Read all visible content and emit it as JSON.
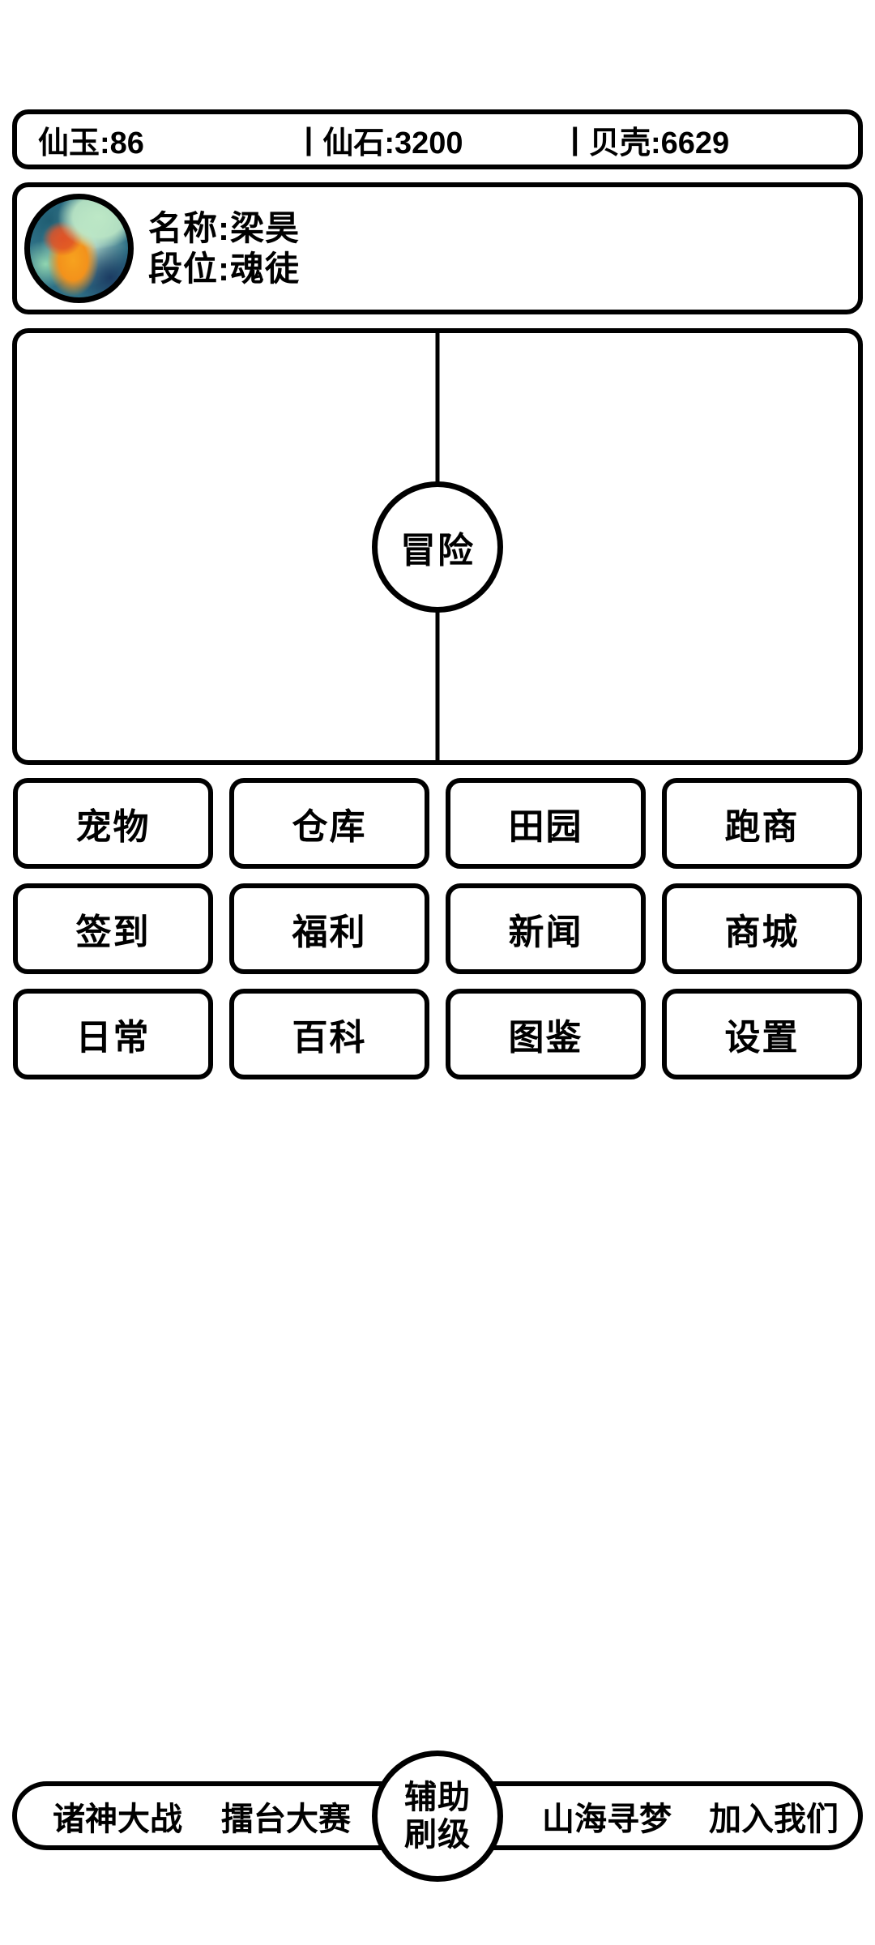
{
  "colors": {
    "ink": "#000000",
    "background": "#ffffff",
    "avatar_palette": [
      "#2e7086",
      "#bde8c6",
      "#f7a21e",
      "#df5226",
      "#1c3c63",
      "#90d5b0"
    ]
  },
  "currency_bar": {
    "separator": "|",
    "items": [
      {
        "label": "仙玉",
        "value": "86",
        "display": "仙玉:86"
      },
      {
        "label": "仙石",
        "value": "3200",
        "display": "仙石:3200"
      },
      {
        "label": "贝壳",
        "value": "6629",
        "display": "贝壳:6629"
      }
    ]
  },
  "profile": {
    "avatar_icon": "painted-deity-avatar",
    "name_label": "名称",
    "name_value": "梁昊",
    "name_display": "名称:梁昊",
    "rank_label": "段位",
    "rank_value": "魂徒",
    "rank_display": "段位:魂徒"
  },
  "adventure": {
    "button_label": "冒险"
  },
  "menu": {
    "items": [
      {
        "label": "宠物"
      },
      {
        "label": "仓库"
      },
      {
        "label": "田园"
      },
      {
        "label": "跑商"
      },
      {
        "label": "签到"
      },
      {
        "label": "福利"
      },
      {
        "label": "新闻"
      },
      {
        "label": "商城"
      },
      {
        "label": "日常"
      },
      {
        "label": "百科"
      },
      {
        "label": "图鉴"
      },
      {
        "label": "设置"
      }
    ]
  },
  "bottom_bar": {
    "left_items": [
      {
        "label": "诸神大战"
      },
      {
        "label": "擂台大赛"
      }
    ],
    "center_button": {
      "line1": "辅助",
      "line2": "刷级"
    },
    "right_items": [
      {
        "label": "山海寻梦"
      },
      {
        "label": "加入我们"
      }
    ]
  }
}
